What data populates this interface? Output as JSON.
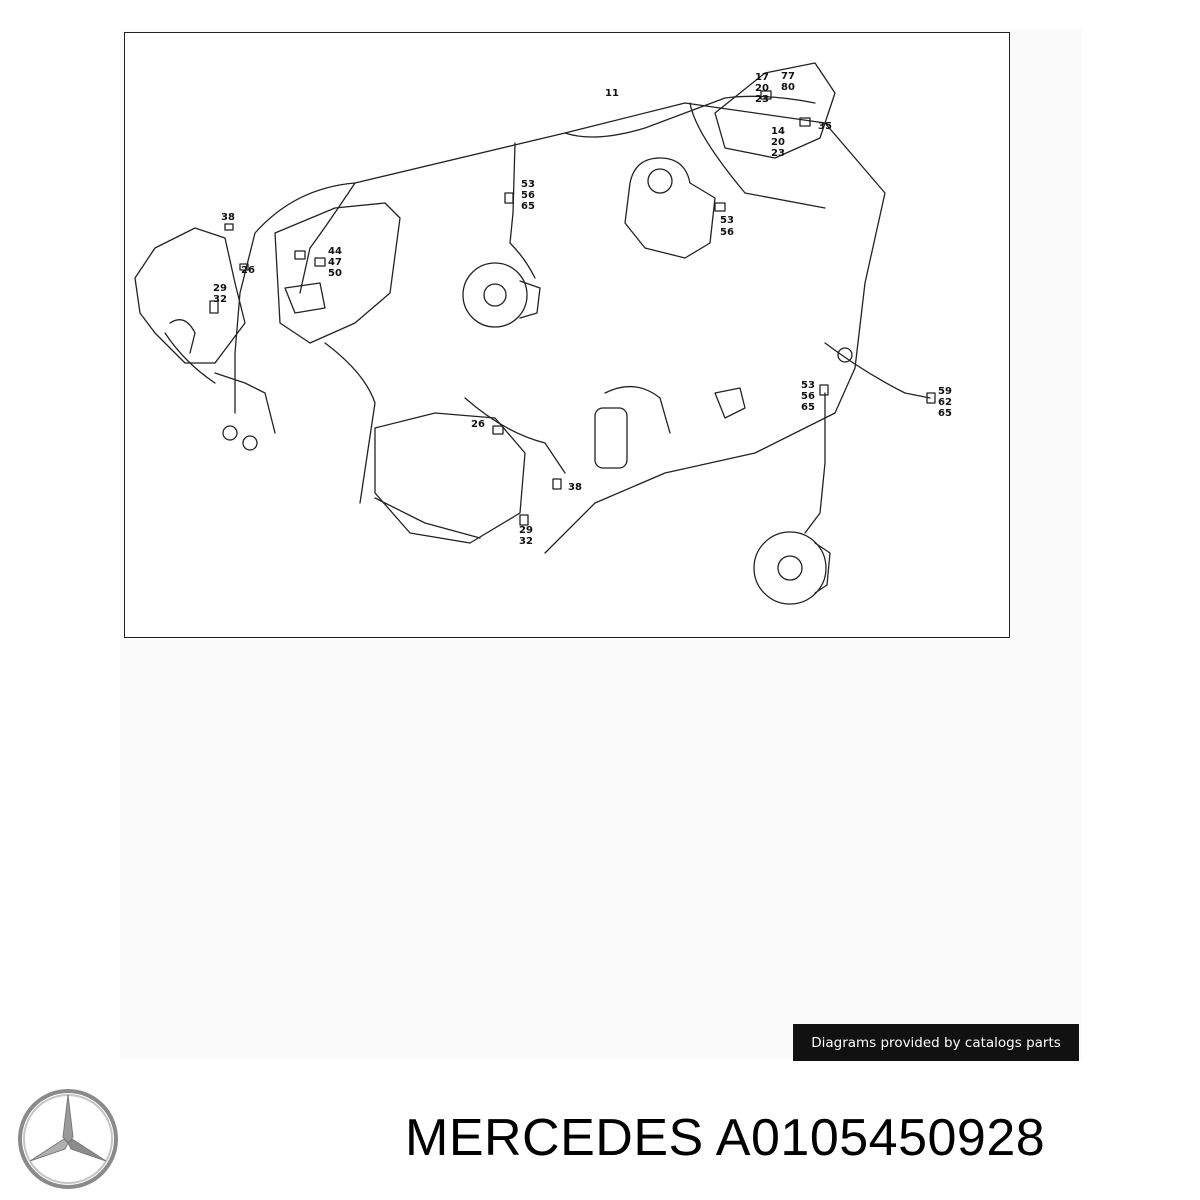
{
  "callouts": {
    "c17": "17",
    "c20a": "20",
    "c23a": "23",
    "c77": "77",
    "c80": "80",
    "c11": "11",
    "c14": "14",
    "c20b": "20",
    "c23b": "23",
    "c35": "35",
    "c53a": "53",
    "c56a": "56",
    "c65a": "65",
    "c53b": "53",
    "c56b": "56",
    "c38a": "38",
    "c26a": "26",
    "c44": "44",
    "c47": "47",
    "c50": "50",
    "c29a": "29",
    "c32a": "32",
    "c53c": "53",
    "c56c": "56",
    "c65c": "65",
    "c59": "59",
    "c62": "62",
    "c65d": "65",
    "c26b": "26",
    "c38b": "38",
    "c29b": "29",
    "c32b": "32"
  },
  "credit": "Diagrams provided by catalogs parts",
  "brand": "MERCEDES",
  "part_number": "A0105450928",
  "logo_icon": "mercedes-star-icon"
}
